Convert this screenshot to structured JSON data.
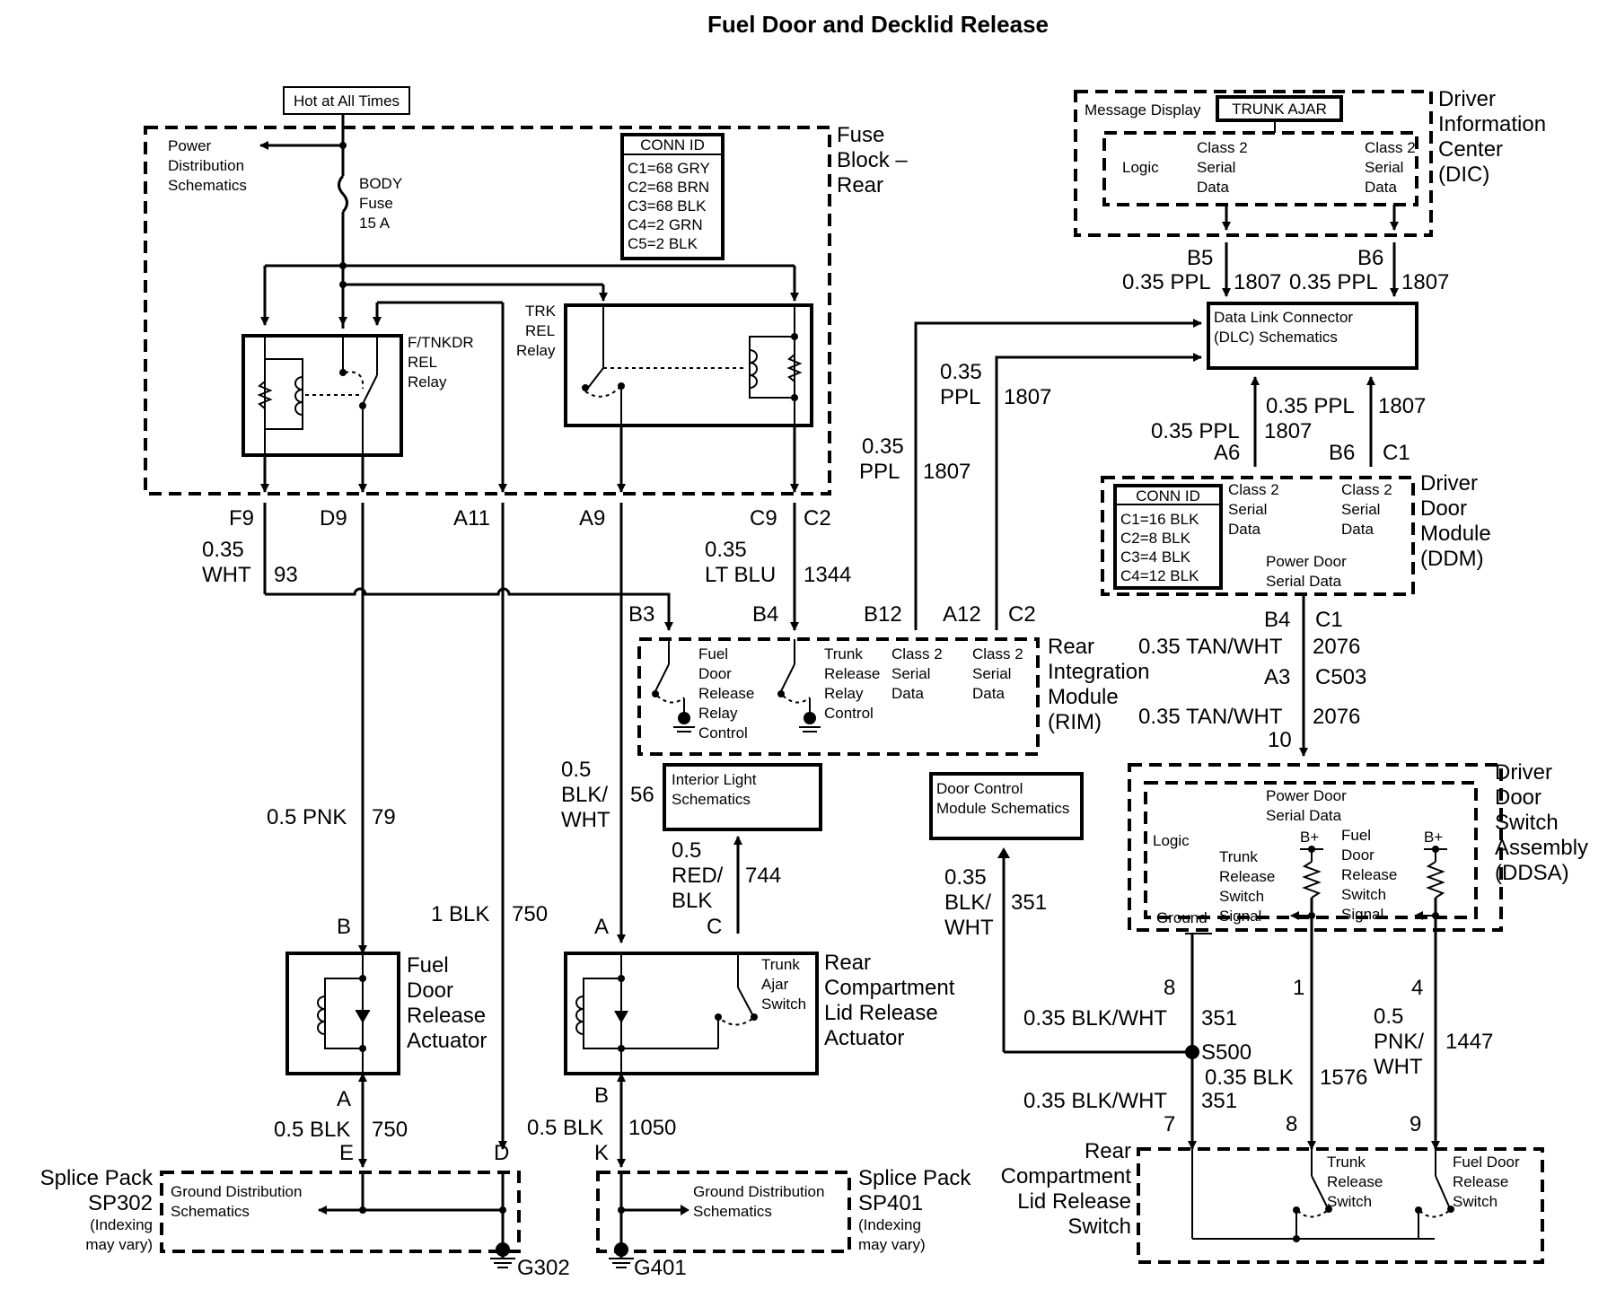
{
  "title": "Fuel Door and Decklid Release",
  "fuse_block": {
    "hot_label": "Hot at All Times",
    "name": [
      "Fuse",
      "Block –",
      "Rear"
    ],
    "power_dist": [
      "Power",
      "Distribution",
      "Schematics"
    ],
    "fuse": [
      "BODY",
      "Fuse",
      "15 A"
    ],
    "conn_id": {
      "header": "CONN ID",
      "rows": [
        "C1=68 GRY",
        "C2=68 BRN",
        "C3=68 BLK",
        "C4=2 GRN",
        "C5=2 BLK"
      ]
    },
    "ftnkdr_relay": [
      "F/TNKDR",
      "REL",
      "Relay"
    ],
    "trk_relay": [
      "TRK",
      "REL",
      "Relay"
    ],
    "pins": [
      "F9",
      "D9",
      "A11",
      "A9",
      "C9",
      "C2"
    ]
  },
  "dic": {
    "name": [
      "Driver",
      "Information",
      "Center",
      "(DIC)"
    ],
    "message_display": "Message Display",
    "trunk_ajar": "TRUNK AJAR",
    "logic": "Logic",
    "class2_left": [
      "Class 2",
      "Serial",
      "Data"
    ],
    "class2_right": [
      "Class 2",
      "Serial",
      "Data"
    ],
    "pin_b5": "B5",
    "pin_b6": "B6",
    "wire_b5": "0.35 PPL",
    "wire_b5_circuit": "1807",
    "wire_b6": "0.35 PPL",
    "wire_b6_circuit": "1807"
  },
  "dlc": {
    "label": [
      "Data Link Connector",
      "(DLC) Schematics"
    ]
  },
  "ddm": {
    "name": [
      "Driver",
      "Door",
      "Module",
      "(DDM)"
    ],
    "conn_id": {
      "header": "CONN ID",
      "rows": [
        "C1=16 BLK",
        "C2=8 BLK",
        "C3=4 BLK",
        "C4=12 BLK"
      ]
    },
    "class2_left": [
      "Class 2",
      "Serial",
      "Data"
    ],
    "class2_right": [
      "Class 2",
      "Serial",
      "Data"
    ],
    "power_door": [
      "Power Door",
      "Serial Data"
    ],
    "pin_a6": "A6",
    "pin_b6": "B6",
    "pin_c1": "C1",
    "pin_b4": "B4",
    "pin_c1b": "C1",
    "wire_a6": "0.35 PPL",
    "wire_a6_circuit": "1807",
    "wire_b6": "0.35 PPL",
    "wire_b6_circuit": "1807"
  },
  "rim": {
    "name": [
      "Rear",
      "Integration",
      "Module",
      "(RIM)"
    ],
    "fuel_door_ctrl": [
      "Fuel",
      "Door",
      "Release",
      "Relay",
      "Control"
    ],
    "trunk_ctrl": [
      "Trunk",
      "Release",
      "Relay",
      "Control"
    ],
    "class2_a": [
      "Class 2",
      "Serial",
      "Data"
    ],
    "class2_b": [
      "Class 2",
      "Serial",
      "Data"
    ],
    "pins": [
      "B3",
      "B4",
      "B12",
      "A12",
      "C2"
    ]
  },
  "wires": {
    "w93": [
      "0.35",
      "WHT",
      "93"
    ],
    "w1344": [
      "0.35",
      "LT BLU",
      "1344"
    ],
    "w1807_a": [
      "0.35",
      "PPL",
      "1807"
    ],
    "w1807_b": [
      "0.35",
      "PPL",
      "1807"
    ],
    "w79": [
      "0.5 PNK",
      "79"
    ],
    "w750": [
      "1 BLK",
      "750"
    ],
    "w56": [
      "0.5",
      "BLK/",
      "WHT",
      "56"
    ],
    "w744": [
      "0.5",
      "RED/",
      "BLK",
      "744"
    ],
    "w351_top": [
      "0.35",
      "BLK/",
      "WHT",
      "351"
    ],
    "w750b": [
      "0.5 BLK",
      "750"
    ],
    "w1050": [
      "0.5 BLK",
      "1050"
    ],
    "w2076_a": [
      "0.35 TAN/WHT",
      "2076"
    ],
    "w2076_b": [
      "0.35 TAN/WHT",
      "2076"
    ],
    "c503": [
      "A3",
      "C503"
    ],
    "pin10": "10"
  },
  "interior_light": [
    "Interior Light",
    "Schematics"
  ],
  "door_control": [
    "Door Control",
    "Module Schematics"
  ],
  "fuel_door_actuator": {
    "name": [
      "Fuel",
      "Door",
      "Release",
      "Actuator"
    ],
    "pin_b": "B",
    "pin_a": "A"
  },
  "rear_actuator": {
    "name": [
      "Rear",
      "Compartment",
      "Lid Release",
      "Actuator"
    ],
    "trunk_ajar": [
      "Trunk",
      "Ajar",
      "Switch"
    ],
    "pin_a": "A",
    "pin_c": "C",
    "pin_b": "B"
  },
  "ddsa": {
    "name": [
      "Driver",
      "Door",
      "Switch",
      "Assembly",
      "(DDSA)"
    ],
    "power_door": [
      "Power Door",
      "Serial Data"
    ],
    "logic": "Logic",
    "ground": "Ground",
    "trunk_signal": [
      "Trunk",
      "Release",
      "Switch",
      "Signal"
    ],
    "fuel_signal": [
      "Fuel",
      "Door",
      "Release",
      "Switch",
      "Signal"
    ],
    "bplus": "B+",
    "pins": [
      "8",
      "1",
      "4"
    ]
  },
  "lower_right": {
    "w351a": [
      "0.35 BLK/WHT",
      "351"
    ],
    "s500": "S500",
    "w1576": [
      "0.35 BLK",
      "1576"
    ],
    "w351b": [
      "0.35 BLK/WHT",
      "351"
    ],
    "w1447": [
      "0.5",
      "PNK/",
      "WHT",
      "1447"
    ],
    "pins": [
      "7",
      "8",
      "9"
    ]
  },
  "lid_switch": {
    "name": [
      "Rear",
      "Compartment",
      "Lid Release",
      "Switch"
    ],
    "trunk": [
      "Trunk",
      "Release",
      "Switch"
    ],
    "fuel": [
      "Fuel Door",
      "Release",
      "Switch"
    ]
  },
  "sp302": {
    "name": [
      "Splice Pack",
      "SP302",
      "(Indexing",
      "may vary)"
    ],
    "ground_dist": [
      "Ground Distribution",
      "Schematics"
    ],
    "pin_e": "E",
    "pin_d": "D",
    "ground": "G302"
  },
  "sp401": {
    "name": [
      "Splice Pack",
      "SP401",
      "(Indexing",
      "may vary)"
    ],
    "ground_dist": [
      "Ground Distribution",
      "Schematics"
    ],
    "pin_k": "K",
    "ground": "G401"
  }
}
